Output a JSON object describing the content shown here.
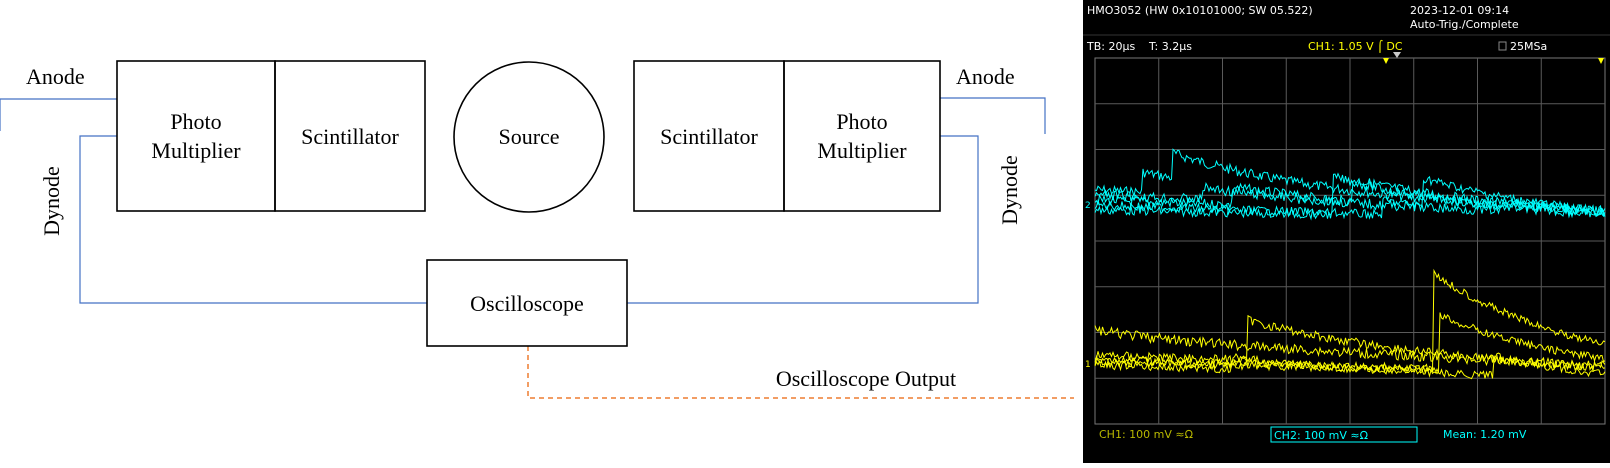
{
  "diagram": {
    "left_anode": "Anode",
    "right_anode": "Anode",
    "left_dynode": "Dynode",
    "right_dynode": "Dynode",
    "left_pm": [
      "Photo",
      "Multiplier"
    ],
    "left_scint": "Scintillator",
    "source": "Source",
    "right_scint": "Scintillator",
    "right_pm": [
      "Photo",
      "Multiplier"
    ],
    "oscilloscope": "Oscilloscope",
    "output_label": "Oscilloscope Output",
    "colors": {
      "wire": "#4472c4",
      "output_link": "#ed7d31",
      "outline": "#000000"
    }
  },
  "scope": {
    "model": "HMO3052 (HW 0x10101000; SW 05.522)",
    "datetime": "2023-12-01 09:14",
    "status": "Auto-Trig./Complete",
    "timebase": "TB: 20µs",
    "trigger_time": "T: 3.2µs",
    "trigger_info": "CH1: 1.05 V ⌠ DC",
    "sample_rate": "25MSa",
    "ch1_scale": "CH1: 100 mV ≈Ω",
    "ch2_scale": "CH2: 100 mV ≈Ω",
    "measurement": "Mean: 1.20 mV",
    "ch1_marker": "1",
    "ch2_marker": "2",
    "colors": {
      "background": "#000000",
      "grid": "#5a5a5a",
      "ch1": "#ffff00",
      "ch2": "#00ffff",
      "header_text": "#ffffff",
      "trigger_marker": "#ffff00"
    }
  }
}
